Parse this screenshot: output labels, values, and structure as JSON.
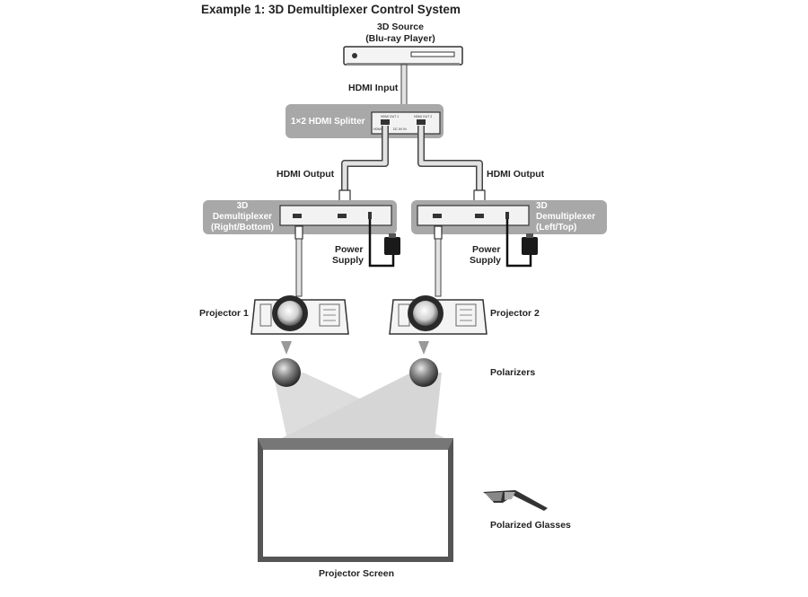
{
  "title": "Example 1: 3D Demultiplexer Control System",
  "source": {
    "line1": "3D Source",
    "line2": "(Blu-ray Player)"
  },
  "hdmi_input": "HDMI Input",
  "splitter": {
    "label": "1×2 HDMI Splitter",
    "port_out1": "HDMI OUT 1",
    "port_out2": "HDMI OUT 2",
    "port_in": "HDMI IN",
    "port_power": "DC 5V IN"
  },
  "hdmi_output_left": "HDMI Output",
  "hdmi_output_right": "HDMI Output",
  "demux_left": {
    "line1": "3D",
    "line2": "Demultiplexer",
    "line3": "(Right/Bottom)"
  },
  "demux_right": {
    "line1": "3D",
    "line2": "Demultiplexer",
    "line3": "(Left/Top)"
  },
  "power_left": {
    "line1": "Power",
    "line2": "Supply"
  },
  "power_right": {
    "line1": "Power",
    "line2": "Supply"
  },
  "projector1": "Projector 1",
  "projector2": "Projector 2",
  "polarizers": "Polarizers",
  "glasses": "Polarized Glasses",
  "screen": "Projector Screen",
  "colors": {
    "panel": "#a8a8a8",
    "device": "#f2f2f2",
    "outline": "#333333",
    "cable": "#d9d9d9"
  }
}
